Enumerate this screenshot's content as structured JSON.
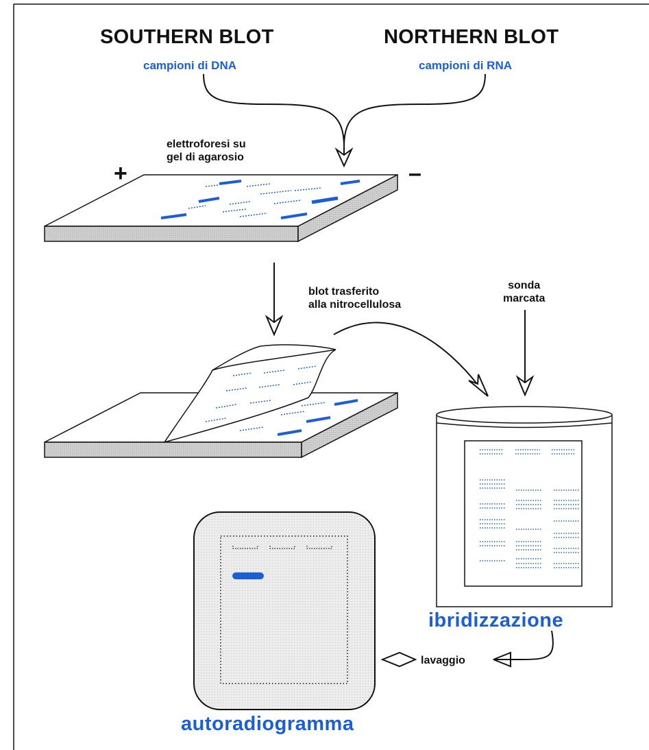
{
  "southern": {
    "title": "SOUTHERN BLOT",
    "sample": "campioni di DNA"
  },
  "northern": {
    "title": "NORTHERN BLOT",
    "sample": "campioni di RNA"
  },
  "gel": {
    "label": "elettroforesi su\ngel di agarosio",
    "plus": "+",
    "minus": "–"
  },
  "transfer": {
    "label": "blot trasferito\nalla nitrocellulosa"
  },
  "probe": {
    "label": "sonda\nmarcata"
  },
  "hybridization": {
    "label": "ibridizzazione"
  },
  "washing": {
    "label": "lavaggio"
  },
  "autoradiogram": {
    "label": "autoradiogramma"
  },
  "colors": {
    "blue": "#1a5fd6",
    "ink": "#111111",
    "slab_side": "#cfcfcf",
    "film": "#e8e8e8"
  }
}
